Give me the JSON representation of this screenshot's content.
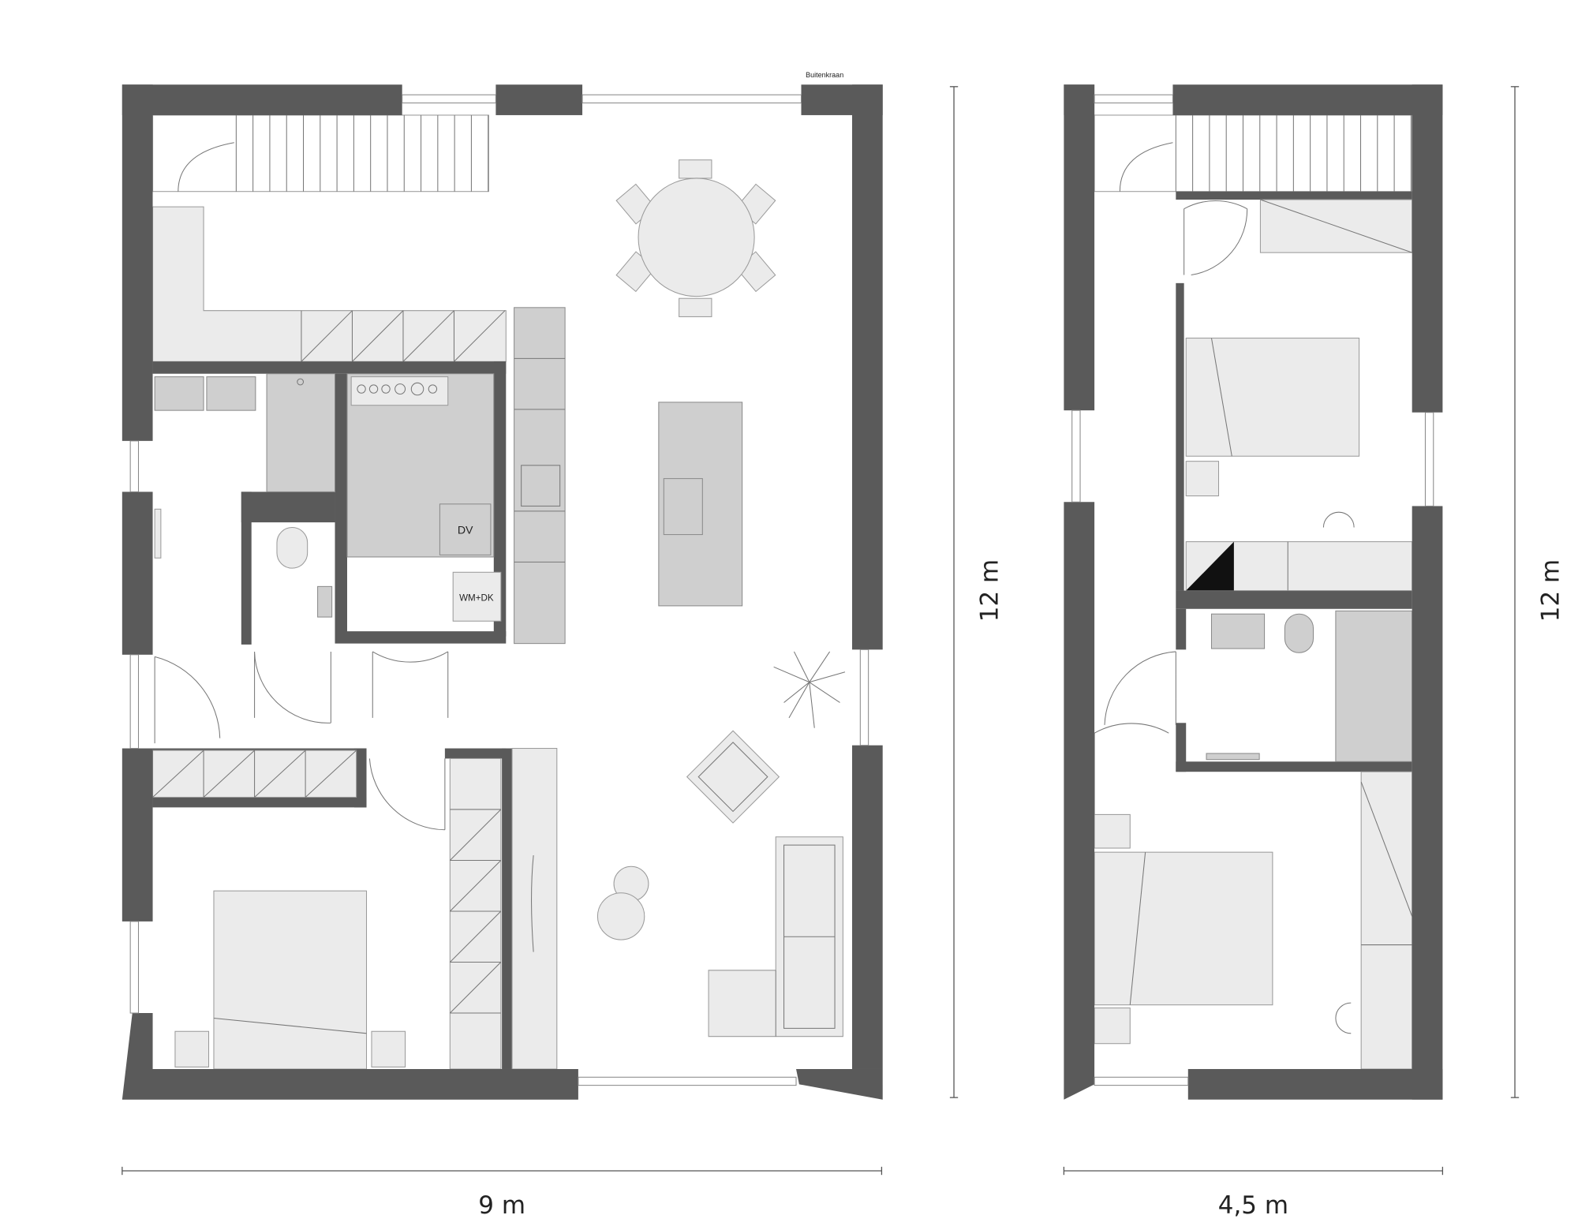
{
  "plans": [
    {
      "floor": "ground",
      "labels": {
        "outdoor_tap": "Buitenkraan",
        "dishwasher": "DV",
        "washer_dryer": "WM+DK"
      },
      "width_label": "9 m",
      "height_label": "12 m"
    },
    {
      "floor": "upper",
      "width_label": "4,5 m",
      "height_label": "12 m"
    }
  ],
  "colors": {
    "wall": "#5a5a5a",
    "furniture": "#ebebeb",
    "fixture": "#cfcfcf"
  }
}
